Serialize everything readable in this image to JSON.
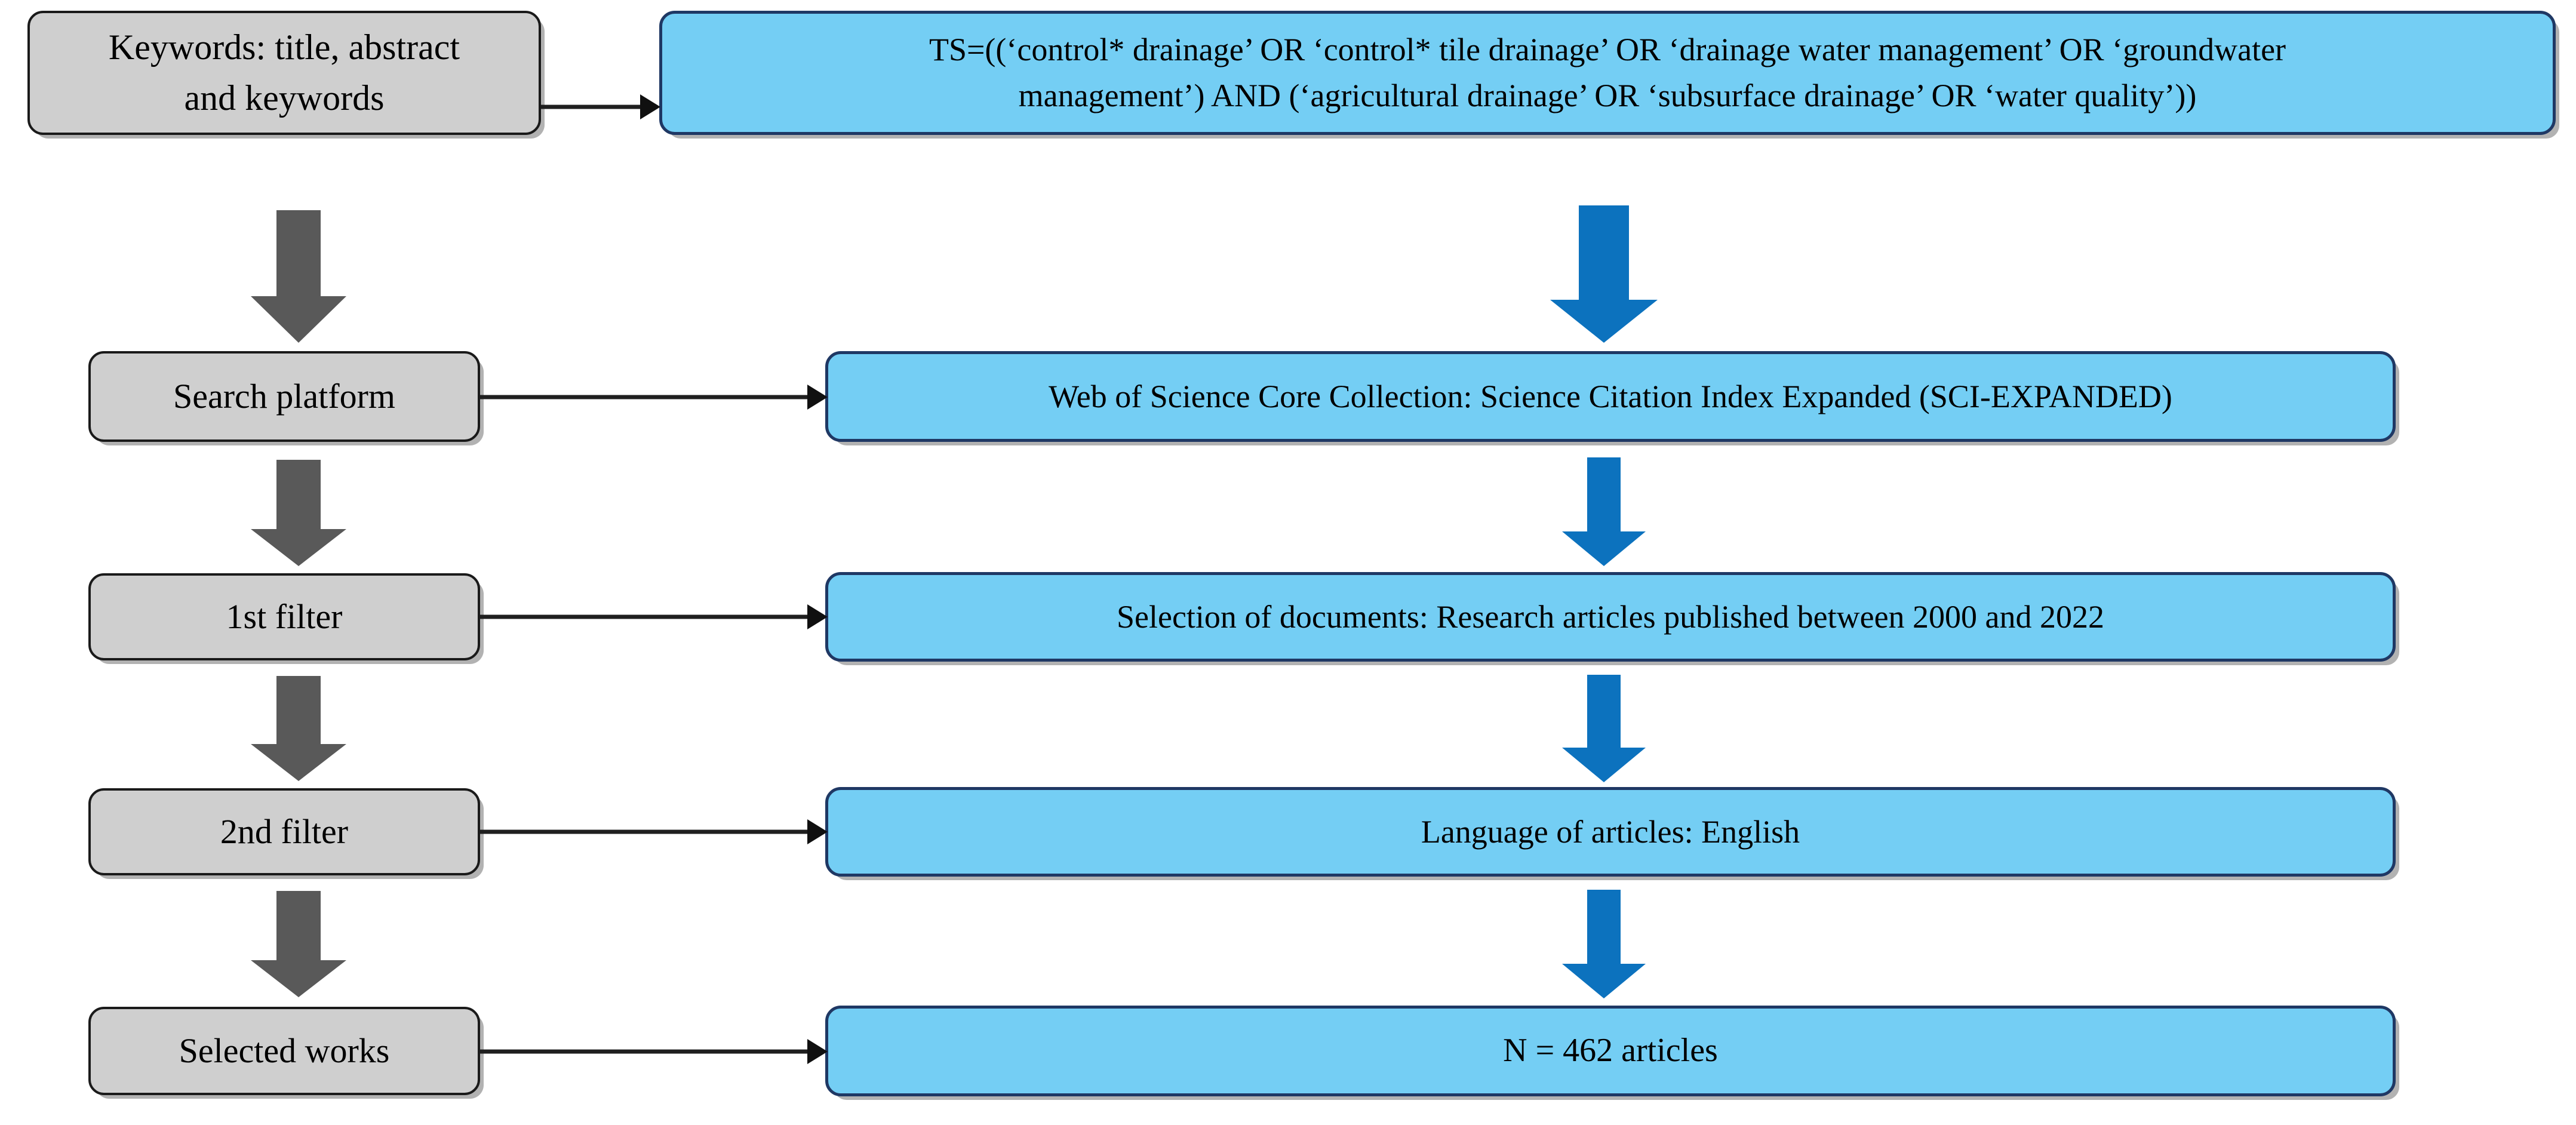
{
  "diagram": {
    "title": "Literature search and screening flowchart",
    "type": "flowchart",
    "colors": {
      "stage_box_fill": "#cfcfcf",
      "stage_box_border": "#1a1a1a",
      "detail_box_fill": "#74cef4",
      "detail_box_border": "#1f3864",
      "gray_arrow": "#595959",
      "blue_arrow": "#0c72be",
      "connector_arrow": "#101010"
    }
  },
  "stages": [
    {
      "id": "keywords",
      "label": "Keywords:  title, abstract\nand keywords"
    },
    {
      "id": "platform",
      "label": "Search platform"
    },
    {
      "id": "filter1",
      "label": "1st filter"
    },
    {
      "id": "filter2",
      "label": "2nd filter"
    },
    {
      "id": "selected",
      "label": "Selected works"
    }
  ],
  "details": [
    {
      "id": "query",
      "label": "TS=((‘control* drainage’  OR ‘control* tile drainage’  OR ‘drainage water management’  OR ‘groundwater\nmanagement’) AND (‘agricultural  drainage’  OR ‘subsurface  drainage’  OR ‘water quality’))"
    },
    {
      "id": "database",
      "label": "Web of Science Core Collection:  Science Citation Index Expanded (SCI-EXPANDED)"
    },
    {
      "id": "docs",
      "label": "Selection of documents:  Research  articles  published  between  2000 and 2022"
    },
    {
      "id": "language",
      "label": "Language of articles:  English"
    },
    {
      "id": "result",
      "label": "N = 462 articles"
    }
  ],
  "flow": {
    "stage_arrow_icon": "down-block-arrow-gray",
    "detail_arrow_icon": "down-block-arrow-blue",
    "connector_icon": "right-arrow"
  }
}
